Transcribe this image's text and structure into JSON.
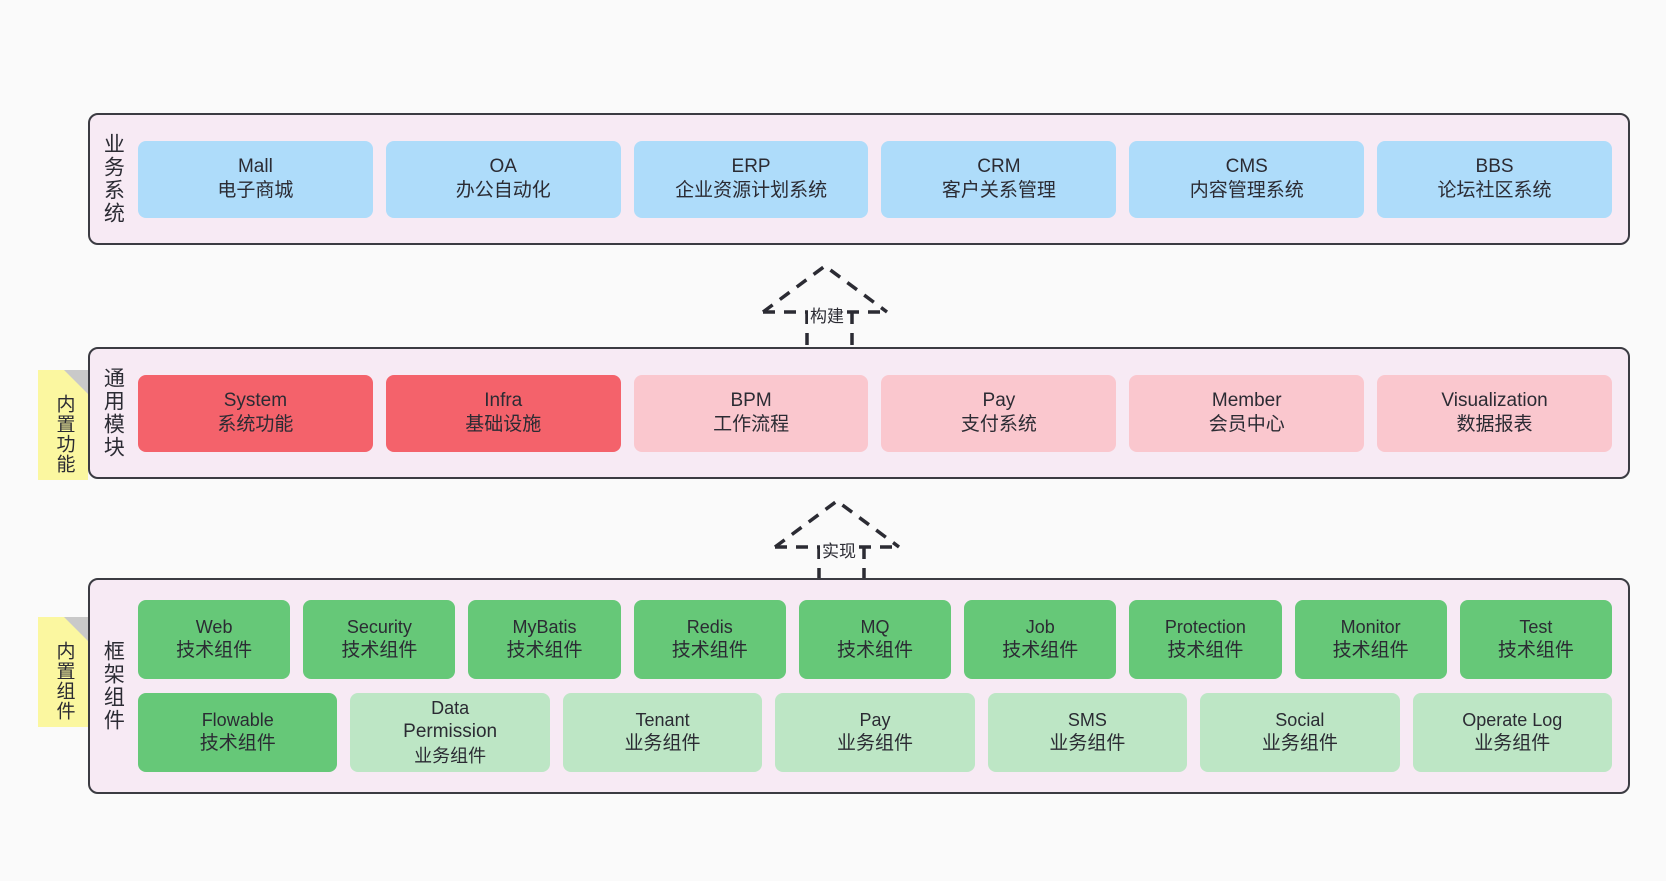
{
  "diagram": {
    "title": "Project Architecture Layers",
    "background": "#FAFAFA",
    "colors": {
      "layer_bg": "#F7EAF4",
      "layer_border": "#3B3B42",
      "blue": "#AEDCFA",
      "red": "#F4626B",
      "pink": "#FAC7CE",
      "green": "#66C878",
      "light_green": "#BDE6C5",
      "note_yellow": "#FBF7A0",
      "note_fold": "#C9C9C9",
      "text": "#2B2B33"
    }
  },
  "layers": [
    {
      "id": "business",
      "label": "业务系统",
      "cards": [
        {
          "name": "Mall",
          "desc": "电子商城",
          "color": "blue"
        },
        {
          "name": "OA",
          "desc": "办公自动化",
          "color": "blue"
        },
        {
          "name": "ERP",
          "desc": "企业资源计划系统",
          "color": "blue"
        },
        {
          "name": "CRM",
          "desc": "客户关系管理",
          "color": "blue"
        },
        {
          "name": "CMS",
          "desc": "内容管理系统",
          "color": "blue"
        },
        {
          "name": "BBS",
          "desc": "论坛社区系统",
          "color": "blue"
        }
      ]
    },
    {
      "id": "common-modules",
      "label": "通用模块",
      "note": "内置功能",
      "cards": [
        {
          "name": "System",
          "desc": "系统功能",
          "color": "red"
        },
        {
          "name": "Infra",
          "desc": "基础设施",
          "color": "red"
        },
        {
          "name": "BPM",
          "desc": "工作流程",
          "color": "pink"
        },
        {
          "name": "Pay",
          "desc": "支付系统",
          "color": "pink"
        },
        {
          "name": "Member",
          "desc": "会员中心",
          "color": "pink"
        },
        {
          "name": "Visualization",
          "desc": "数据报表",
          "color": "pink"
        }
      ]
    },
    {
      "id": "framework",
      "label": "框架组件",
      "note": "内置组件",
      "cards": [
        {
          "name": "Web",
          "desc": "技术组件",
          "color": "green"
        },
        {
          "name": "Security",
          "desc": "技术组件",
          "color": "green"
        },
        {
          "name": "MyBatis",
          "desc": "技术组件",
          "color": "green"
        },
        {
          "name": "Redis",
          "desc": "技术组件",
          "color": "green"
        },
        {
          "name": "MQ",
          "desc": "技术组件",
          "color": "green"
        },
        {
          "name": "Job",
          "desc": "技术组件",
          "color": "green"
        },
        {
          "name": "Protection",
          "desc": "技术组件",
          "color": "green"
        },
        {
          "name": "Monitor",
          "desc": "技术组件",
          "color": "green"
        },
        {
          "name": "Test",
          "desc": "技术组件",
          "color": "green"
        },
        {
          "name": "Flowable",
          "desc": "技术组件",
          "color": "green"
        },
        {
          "name": "Data",
          "desc": "Permission",
          "desc2": "业务组件",
          "color": "lightgreen"
        },
        {
          "name": "Tenant",
          "desc": "业务组件",
          "color": "lightgreen"
        },
        {
          "name": "Pay",
          "desc": "业务组件",
          "color": "lightgreen"
        },
        {
          "name": "SMS",
          "desc": "业务组件",
          "color": "lightgreen"
        },
        {
          "name": "Social",
          "desc": "业务组件",
          "color": "lightgreen"
        },
        {
          "name": "Operate Log",
          "desc": "业务组件",
          "color": "lightgreen"
        }
      ]
    }
  ],
  "connectors": [
    {
      "id": "build",
      "label": "构建"
    },
    {
      "id": "implement",
      "label": "实现"
    }
  ]
}
